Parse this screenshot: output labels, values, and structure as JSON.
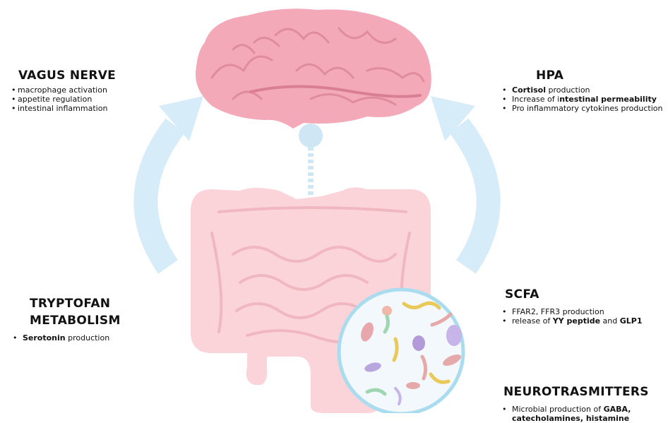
{
  "colors": {
    "brain": "#f4a9b9",
    "brain_lines": "#de8c9e",
    "gut": "#fbd4da",
    "gut_lines": "#f0b7c1",
    "arrow": "#d6ecf8",
    "connector": "#cfe6f5",
    "microbe_ring": "#a9dcee",
    "microbe_fill": "#f2f8fc"
  },
  "vagus": {
    "title": "VAGUS NERVE",
    "items": [
      "macrophage activation",
      "appetite regulation",
      "intestinal inflammation"
    ]
  },
  "hpa": {
    "title": "HPA",
    "i1_bold": "Cortisol",
    "i1_rest": " production",
    "i2_pre": "Increase of i",
    "i2_bold": "ntestinal permeability",
    "i3": "Pro inflammatory cytokines production"
  },
  "tryptofan": {
    "title_line1": "TRYPTOFAN",
    "title_line2": "METABOLISM",
    "i1_bold": "Serotonin",
    "i1_rest": " production"
  },
  "scfa": {
    "title": "SCFA",
    "i1": "FFAR2, FFR3 production",
    "i2_pre": "release of ",
    "i2_bold": "YY peptide",
    "i2_mid": " and ",
    "i2_bold2": "GLP1"
  },
  "neuro": {
    "title": "NEUROTRASMITTERS",
    "i1_pre": "Microbial production of ",
    "i1_bold": "GABA, catecholamines, histamine"
  }
}
